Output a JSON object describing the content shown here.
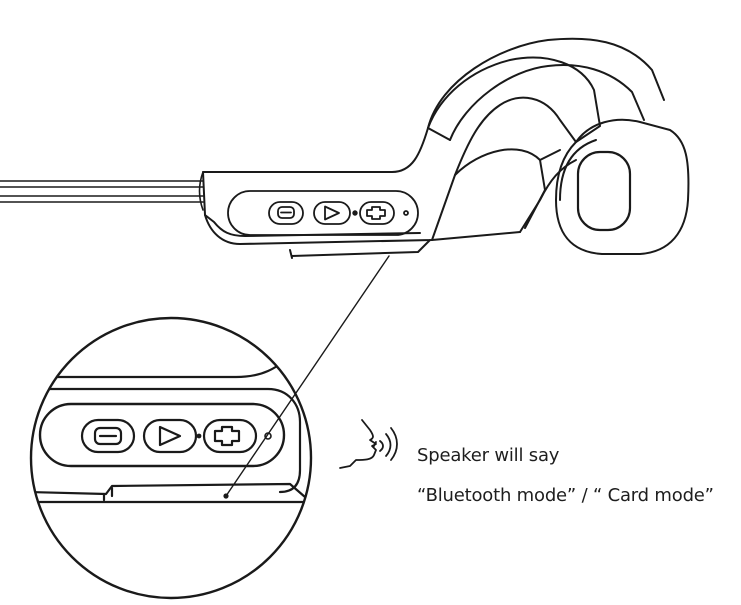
{
  "callout": {
    "line1": "Speaker will say",
    "line2": "“Bluetooth mode” / “ Card mode”"
  },
  "icons": {
    "headset": "bone-conduction-headset",
    "magnifier": "zoom-circle",
    "minus": "volume-down-icon",
    "play": "play-pause-icon",
    "plus": "volume-up-icon",
    "speaker": "speaking-head-icon"
  },
  "colors": {
    "line": "#1a1a1a",
    "background": "#ffffff"
  }
}
